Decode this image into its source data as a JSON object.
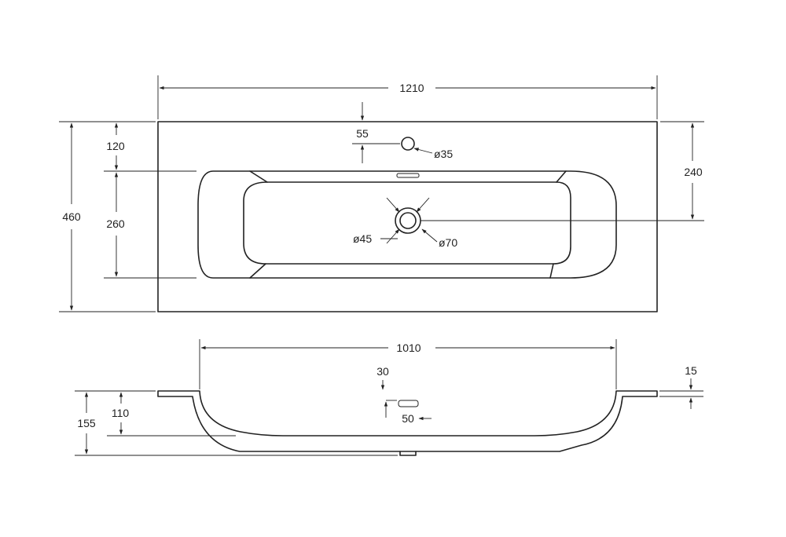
{
  "top_view": {
    "overall_width": "1210",
    "overall_depth": "460",
    "rim_back_to_bowl": "120",
    "bowl_depth": "260",
    "tap_offset": "55",
    "tap_hole_diameter": "ø35",
    "drain_from_back": "240",
    "drain_inner_diameter": "ø45",
    "drain_outer_diameter": "ø70"
  },
  "side_view": {
    "bowl_width": "1010",
    "overflow_offset": "30",
    "rim_thickness": "15",
    "overflow_height": "50",
    "bowl_inner_depth": "110",
    "total_height": "155"
  },
  "colors": {
    "ink": "#222222",
    "background": "#ffffff"
  }
}
